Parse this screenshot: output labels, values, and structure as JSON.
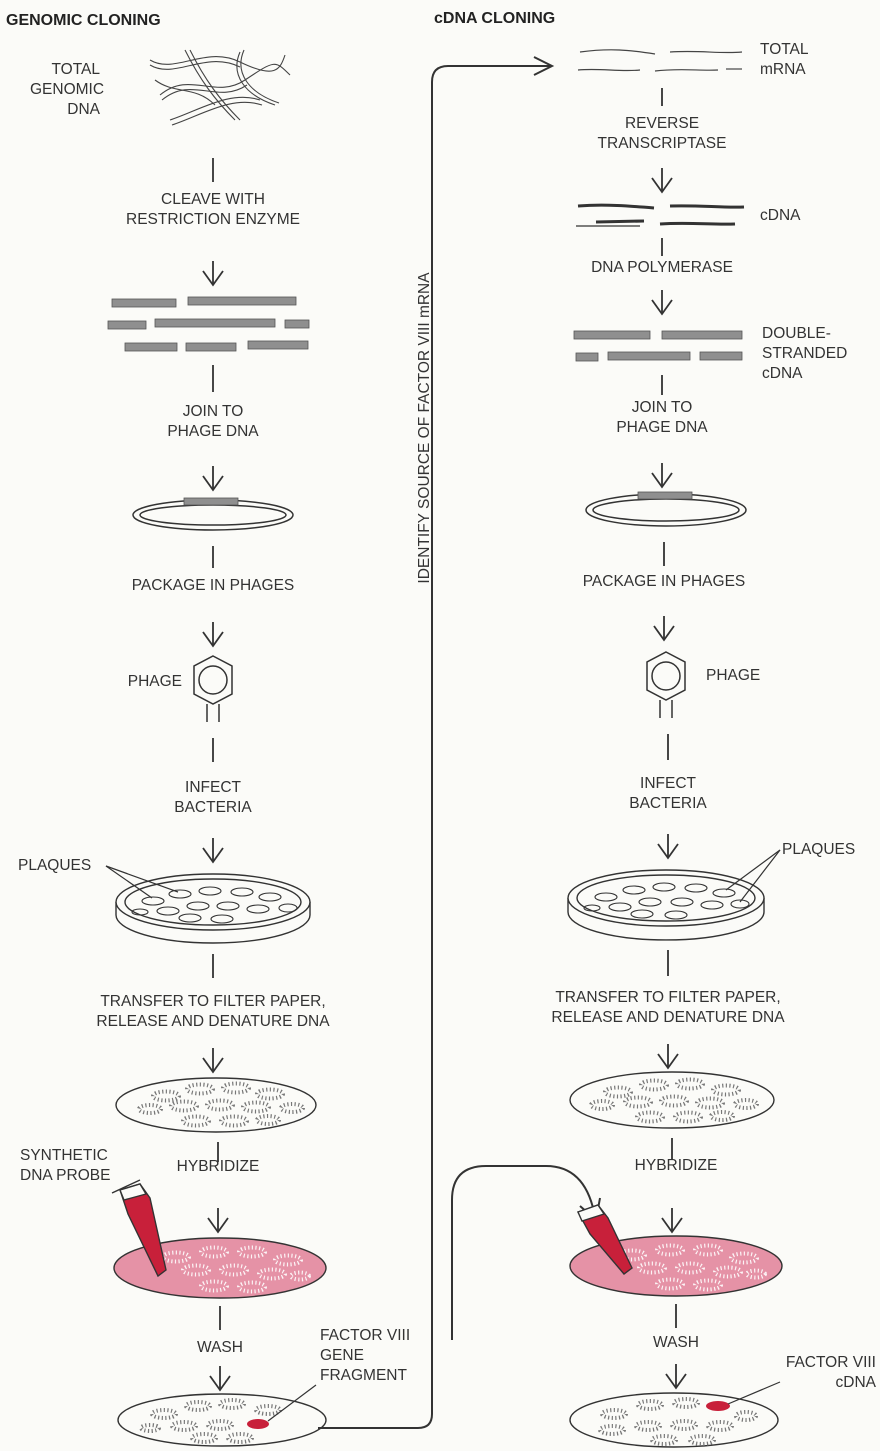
{
  "headers": {
    "genomic": "GENOMIC CLONING",
    "cdna": "cDNA CLONING"
  },
  "genomic": {
    "total_dna": "TOTAL\nGENOMIC\nDNA",
    "cleave": "CLEAVE WITH\nRESTRICTION ENZYME",
    "join": "JOIN TO\nPHAGE DNA",
    "package": "PACKAGE IN PHAGES",
    "phage": "PHAGE",
    "infect": "INFECT\nBACTERIA",
    "plaques": "PLAQUES",
    "transfer": "TRANSFER TO FILTER PAPER,\nRELEASE AND DENATURE DNA",
    "probe": "SYNTHETIC\nDNA PROBE",
    "hybridize": "HYBRIDIZE",
    "wash": "WASH",
    "fragment": "FACTOR VIII\nGENE\nFRAGMENT"
  },
  "cdna": {
    "total_mrna": "TOTAL\nmRNA",
    "reverse": "REVERSE\nTRANSCRIPTASE",
    "cdna": "cDNA",
    "polymerase": "DNA POLYMERASE",
    "double": "DOUBLE-\nSTRANDED\ncDNA",
    "join": "JOIN TO\nPHAGE DNA",
    "package": "PACKAGE IN PHAGES",
    "phage": "PHAGE",
    "infect": "INFECT\nBACTERIA",
    "plaques": "PLAQUES",
    "transfer": "TRANSFER TO FILTER PAPER,\nRELEASE AND DENATURE DNA",
    "hybridize": "HYBRIDIZE",
    "wash": "WASH",
    "factor_cdna": "FACTOR VIII\ncDNA"
  },
  "connector": {
    "identify": "IDENTIFY SOURCE OF FACTOR VIII mRNA"
  },
  "colors": {
    "ink": "#333333",
    "probe_red": "#c8203a",
    "hybrid_pink": "#e592a6",
    "dna_gray": "#8f8f8f",
    "background": "#fbfbf8"
  }
}
